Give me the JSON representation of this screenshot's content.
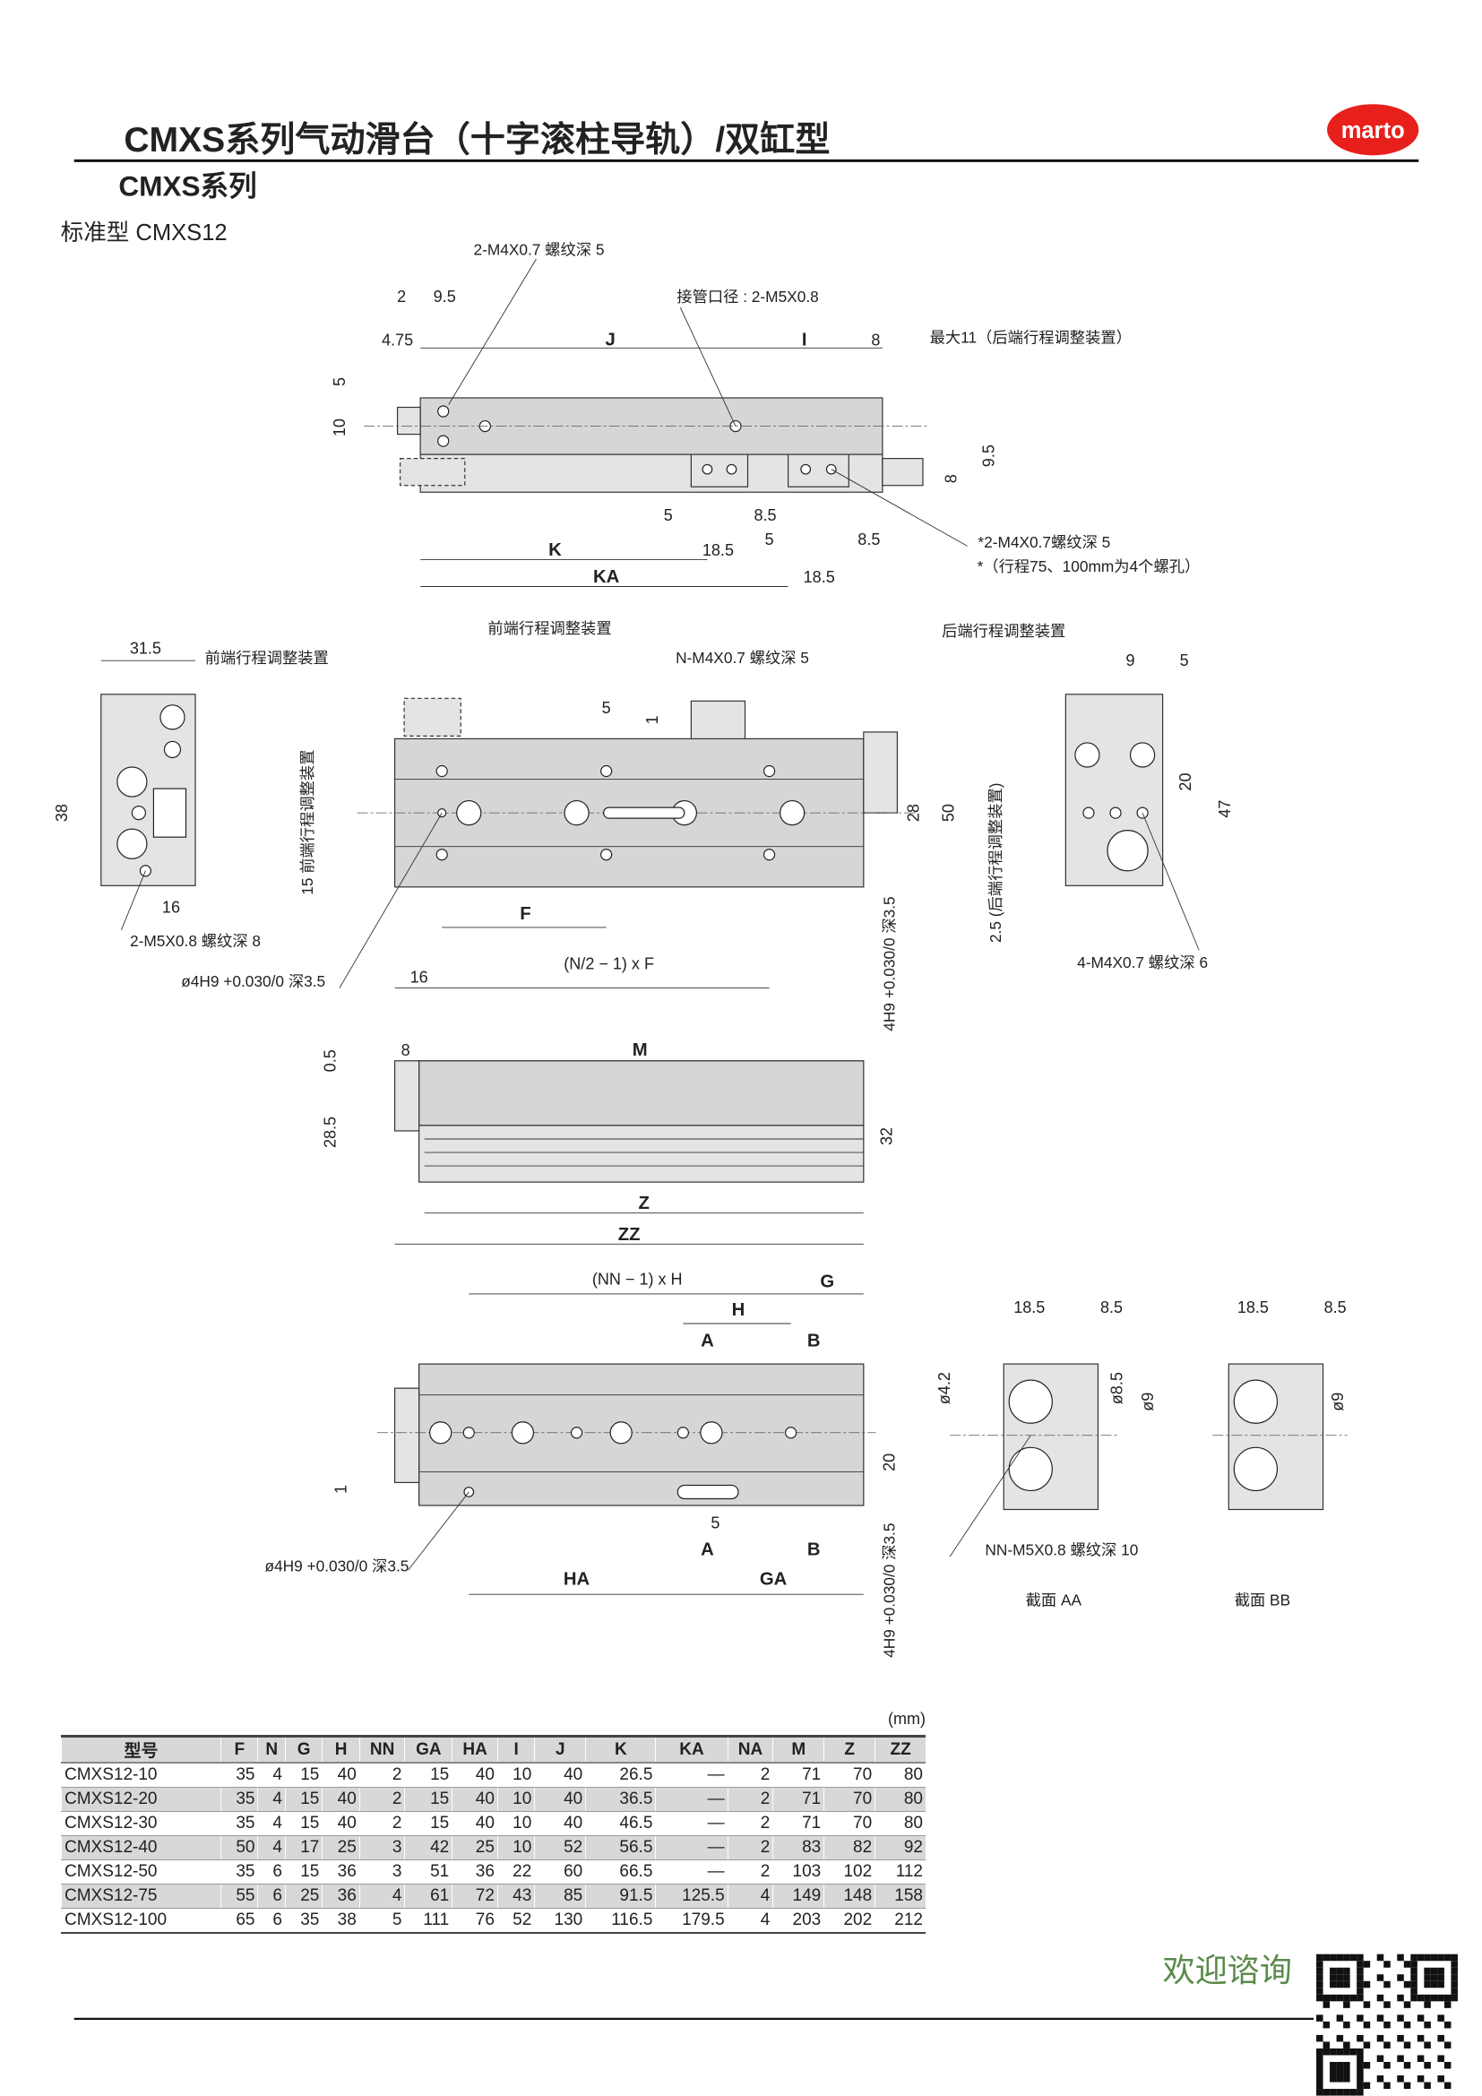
{
  "header": {
    "title": "CMXS系列气动滑台（十字滚柱导轨）/双缸型",
    "brand": "marto",
    "brand_color": "#e8201c",
    "series": "CMXS系列",
    "model_label": "标准型 CMXS12"
  },
  "top_view": {
    "tap_top": "2-M4X0.7 螺纹深 5",
    "d2": "2",
    "d9_5": "9.5",
    "d4_75": "4.75",
    "J": "J",
    "I": "I",
    "d8": "8",
    "max11": "最大11（后端行程调整装置）",
    "port": "接管口径 : 2-M5X0.8",
    "d5": "5",
    "d10": "10",
    "d9_5b": "9.5",
    "d8b": "8",
    "d5b": "5",
    "d8_5": "8.5",
    "d18_5": "18.5",
    "d5c": "5",
    "d8_5b": "8.5",
    "K": "K",
    "KA": "KA",
    "d18_5b": "18.5",
    "tap_note": "*2-M4X0.7螺纹深  5",
    "tap_note2": "*（行程75、100mm为4个螺孔）"
  },
  "front_view": {
    "d31_5": "31.5",
    "front_adj": "前端行程调整装置",
    "d38": "38",
    "d16": "16",
    "tap_m5": "2-M5X0.8 螺纹深 8",
    "pin": "ø4H9 +0.030/0 深3.5",
    "front_adj2": "前端行程调整装置",
    "tap_n": "N-M4X0.7 螺纹深 5",
    "d5": "5",
    "d1": "1",
    "rear_adj": "后端行程调整装置",
    "d15": "15 前端行程调整装置",
    "F": "F",
    "nf": "(N/2 − 1) x F",
    "d16b": "16",
    "d28": "28",
    "d50": "50",
    "pin_v": "4H9 +0.030/0 深3.5",
    "d2_5": "2.5 (后端行程调整装置)",
    "d9": "9",
    "d5r": "5",
    "d20": "20",
    "d47": "47",
    "tap_r": "4-M4X0.7 螺纹深 6"
  },
  "side_view": {
    "d0_5": "0.5",
    "d8": "8",
    "M": "M",
    "d28_5": "28.5",
    "d32": "32",
    "Z": "Z",
    "ZZ": "ZZ"
  },
  "bottom_view": {
    "nnh": "(NN − 1) x H",
    "G": "G",
    "H": "H",
    "A": "A",
    "B": "B",
    "d1": "1",
    "d20": "20",
    "d5": "5",
    "A2": "A",
    "B2": "B",
    "pin": "ø4H9 +0.030/0 深3.5",
    "HA": "HA",
    "GA": "GA",
    "pin_v": "4H9 +0.030/0 深3.5"
  },
  "sections": {
    "aa_18_5": "18.5",
    "aa_8_5": "8.5",
    "aa_d4_2": "ø4.2",
    "aa_d8_5": "ø8.5",
    "aa_d9": "ø9",
    "tap_nn": "NN-M5X0.8 螺纹深 10",
    "aa_label": "截面 AA",
    "bb_18_5": "18.5",
    "bb_8_5": "8.5",
    "bb_d9": "ø9",
    "bb_label": "截面 BB"
  },
  "table": {
    "unit": "(mm)",
    "columns": [
      "型号",
      "F",
      "N",
      "G",
      "H",
      "NN",
      "GA",
      "HA",
      "I",
      "J",
      "K",
      "KA",
      "NA",
      "M",
      "Z",
      "ZZ"
    ],
    "rows": [
      [
        "CMXS12-10",
        "35",
        "4",
        "15",
        "40",
        "2",
        "15",
        "40",
        "10",
        "40",
        "26.5",
        "—",
        "2",
        "71",
        "70",
        "80"
      ],
      [
        "CMXS12-20",
        "35",
        "4",
        "15",
        "40",
        "2",
        "15",
        "40",
        "10",
        "40",
        "36.5",
        "—",
        "2",
        "71",
        "70",
        "80"
      ],
      [
        "CMXS12-30",
        "35",
        "4",
        "15",
        "40",
        "2",
        "15",
        "40",
        "10",
        "40",
        "46.5",
        "—",
        "2",
        "71",
        "70",
        "80"
      ],
      [
        "CMXS12-40",
        "50",
        "4",
        "17",
        "25",
        "3",
        "42",
        "25",
        "10",
        "52",
        "56.5",
        "—",
        "2",
        "83",
        "82",
        "92"
      ],
      [
        "CMXS12-50",
        "35",
        "6",
        "15",
        "36",
        "3",
        "51",
        "36",
        "22",
        "60",
        "66.5",
        "—",
        "2",
        "103",
        "102",
        "112"
      ],
      [
        "CMXS12-75",
        "55",
        "6",
        "25",
        "36",
        "4",
        "61",
        "72",
        "43",
        "85",
        "91.5",
        "125.5",
        "4",
        "149",
        "148",
        "158"
      ],
      [
        "CMXS12-100",
        "65",
        "6",
        "35",
        "38",
        "5",
        "111",
        "76",
        "52",
        "130",
        "116.5",
        "179.5",
        "4",
        "203",
        "202",
        "212"
      ]
    ]
  },
  "footer": {
    "welcome": "欢迎谘询"
  }
}
